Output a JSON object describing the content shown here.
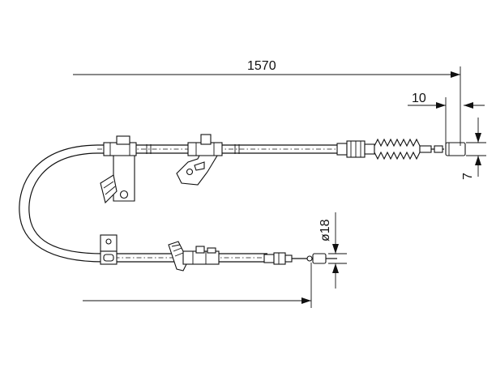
{
  "dimensions": {
    "total_length": "1570",
    "end_fitting_length": "10",
    "offset": "7",
    "diameter": "ø18"
  }
}
